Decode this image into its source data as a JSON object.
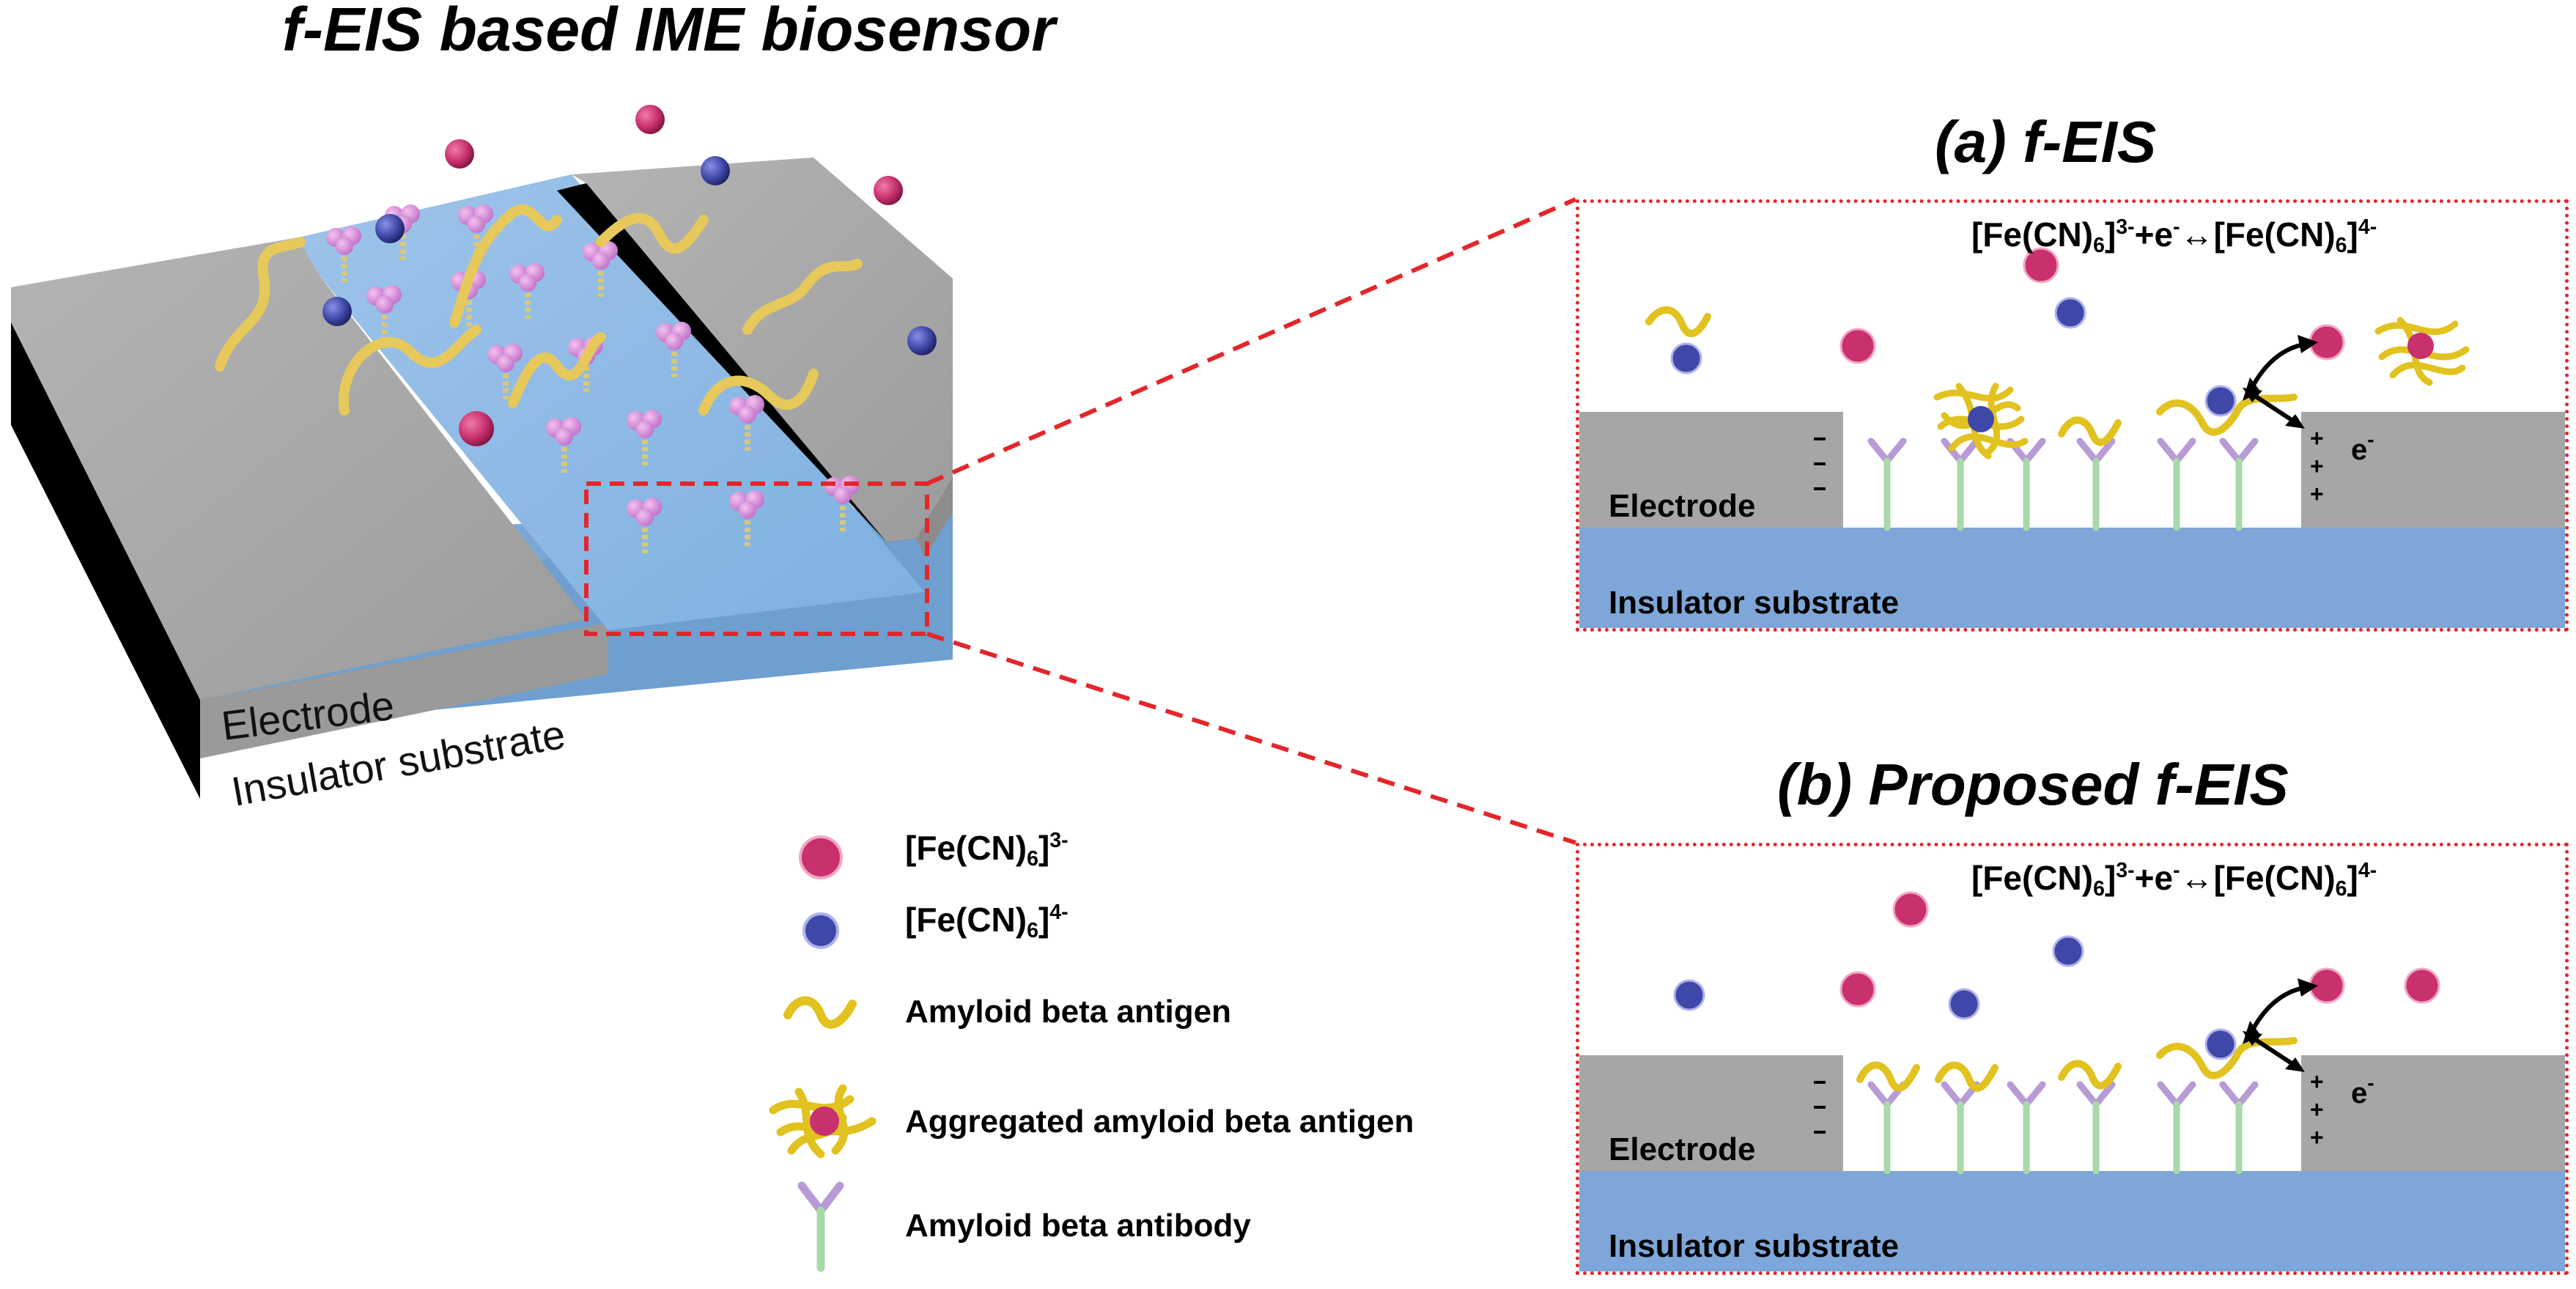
{
  "title": "f-EIS based IME biosensor",
  "device": {
    "electrode_label": "Electrode",
    "substrate_label": "Insulator substrate"
  },
  "panel_a": {
    "heading": "(a) f-EIS",
    "electrode_label": "Electrode",
    "substrate_label": "Insulator substrate",
    "reaction": {
      "lhs": "[Fe(CN)",
      "sub": "6",
      "sup1": "3-",
      "mid": "+e",
      "sup2": "-",
      "arrow": "↔",
      "rhs": "[Fe(CN)",
      "sup3": "4-"
    },
    "electron_label": "e",
    "electron_sup": "-"
  },
  "panel_b": {
    "heading": "(b) Proposed f-EIS",
    "electrode_label": "Electrode",
    "substrate_label": "Insulator substrate",
    "reaction": {
      "lhs": "[Fe(CN)",
      "sub": "6",
      "sup1": "3-",
      "mid": "+e",
      "sup2": "-",
      "arrow": "↔",
      "rhs": "[Fe(CN)",
      "sup3": "4-"
    },
    "electron_label": "e",
    "electron_sup": "-"
  },
  "legend": {
    "items": [
      {
        "icon": "ferricyanide-red-sphere-icon",
        "label_main": "[Fe(CN)",
        "label_sub": "6",
        "label_sup": "3-"
      },
      {
        "icon": "ferrocyanide-blue-sphere-icon",
        "label_main": "[Fe(CN)",
        "label_sub": "6",
        "label_sup": "4-"
      },
      {
        "icon": "amyloid-beta-antigen-icon",
        "label": "Amyloid beta antigen"
      },
      {
        "icon": "aggregated-antigen-icon",
        "label": "Aggregated amyloid beta antigen"
      },
      {
        "icon": "antibody-icon",
        "label": "Amyloid beta antibody"
      }
    ]
  },
  "colors": {
    "electrode_gray": "#a6a6a6",
    "substrate_blue": "#7ea6d8",
    "sphere_red": "#c8306e",
    "sphere_blue": "#3f47a8",
    "antigen_yellow": "#e1c21f",
    "antibody_purple": "#b79ad6",
    "antibody_green": "#a8d9a8",
    "callout_red": "#e3262b"
  }
}
